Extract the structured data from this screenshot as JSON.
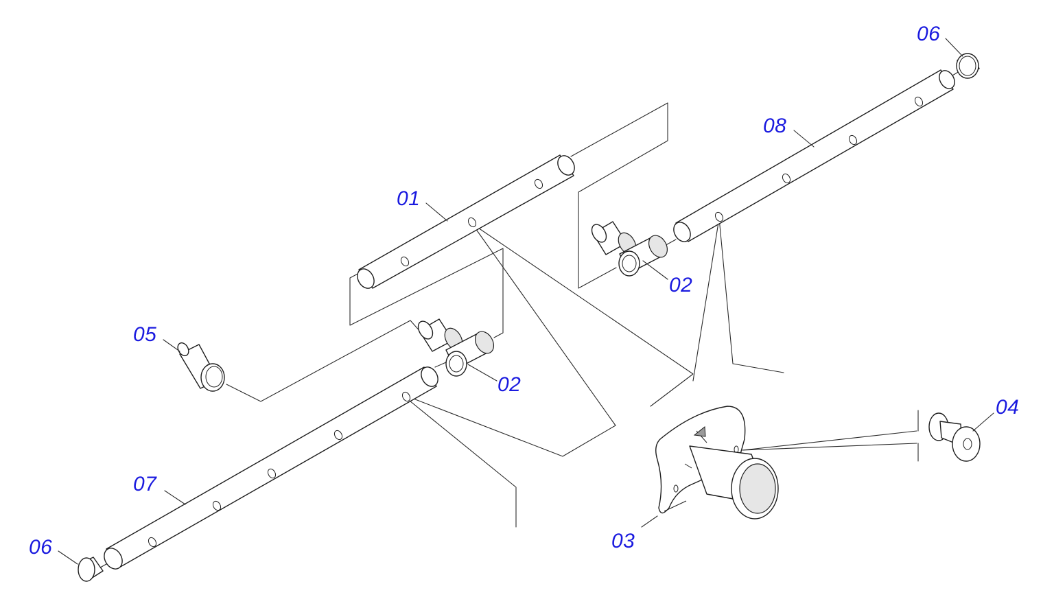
{
  "diagram": {
    "callout_color": "#1a1adf",
    "line_color": "#2a2a2a",
    "callouts": [
      {
        "id": "01",
        "label": "01"
      },
      {
        "id": "02a",
        "label": "02"
      },
      {
        "id": "02b",
        "label": "02"
      },
      {
        "id": "03",
        "label": "03"
      },
      {
        "id": "04",
        "label": "04"
      },
      {
        "id": "05",
        "label": "05"
      },
      {
        "id": "06a",
        "label": "06"
      },
      {
        "id": "06b",
        "label": "06"
      },
      {
        "id": "07",
        "label": "07"
      },
      {
        "id": "08",
        "label": "08"
      }
    ]
  }
}
